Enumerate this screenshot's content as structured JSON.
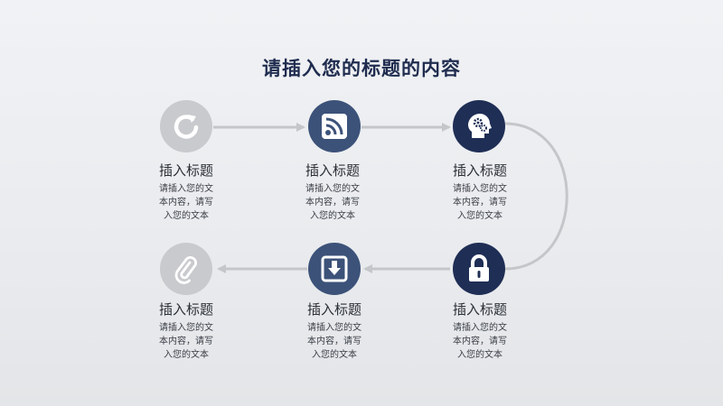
{
  "page": {
    "title": "请插入您的标题的内容"
  },
  "steps": [
    {
      "label": "插入标题",
      "desc": [
        "请插入您的文",
        "本内容，请写",
        "入您的文本"
      ],
      "icon": "refresh-icon"
    },
    {
      "label": "插入标题",
      "desc": [
        "请插入您的文",
        "本内容，请写",
        "入您的文本"
      ],
      "icon": "rss-feed-icon"
    },
    {
      "label": "插入标题",
      "desc": [
        "请插入您的文",
        "本内容，请写",
        "入您的文本"
      ],
      "icon": "head-gears-icon"
    },
    {
      "label": "插入标题",
      "desc": [
        "请插入您的文",
        "本内容，请写",
        "入您的文本"
      ],
      "icon": "padlock-icon"
    },
    {
      "label": "插入标题",
      "desc": [
        "请插入您的文",
        "本内容，请写",
        "入您的文本"
      ],
      "icon": "download-tray-icon"
    },
    {
      "label": "插入标题",
      "desc": [
        "请插入您的文",
        "本内容，请写",
        "入您的文本"
      ],
      "icon": "paperclip-icon"
    }
  ],
  "colors": {
    "navy": "#1f2e55",
    "steel": "#3c5279",
    "grey": "#c8cacd",
    "connector": "#c4c6c9"
  }
}
